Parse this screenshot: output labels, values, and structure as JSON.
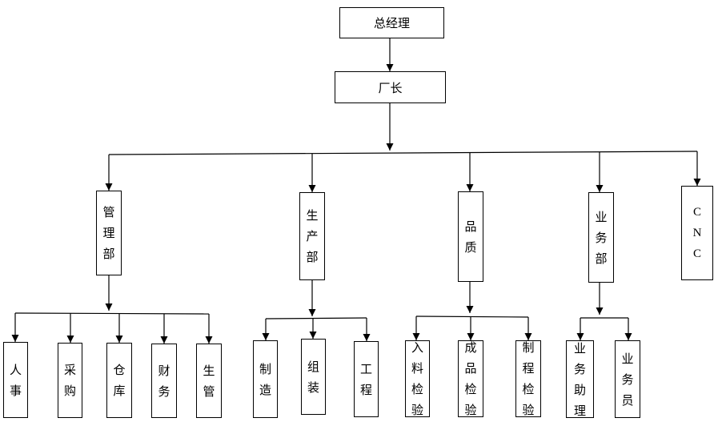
{
  "org": {
    "gm": "总经理",
    "factory_director": "厂长",
    "departments": {
      "admin": "管理部",
      "production": "生产部",
      "quality": "品质",
      "sales": "业务部",
      "cnc": "CNC"
    },
    "admin_units": [
      "人事",
      "采购",
      "仓库",
      "财务",
      "生管"
    ],
    "production_units": [
      "制造",
      "组装",
      "工程"
    ],
    "quality_units": [
      "入料检验",
      "成品检验",
      "制程检验"
    ],
    "sales_units": [
      "业务助理",
      "业务员"
    ]
  }
}
